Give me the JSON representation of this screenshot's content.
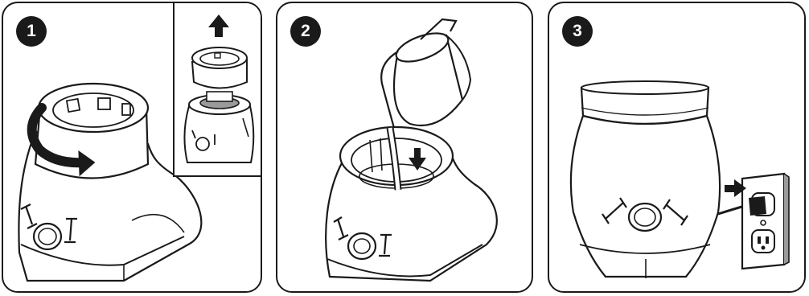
{
  "steps": [
    {
      "number": "1"
    },
    {
      "number": "2"
    },
    {
      "number": "3"
    }
  ],
  "icons": {
    "rotate_arrow": "curved-arrow-icon",
    "lift_arrow": "up-arrow-icon",
    "pour_arrow": "down-arrow-icon",
    "plug_arrow": "right-arrow-icon"
  },
  "colors": {
    "line": "#1a1a1a",
    "fill": "#ffffff",
    "shade": "#9a9a9a"
  }
}
